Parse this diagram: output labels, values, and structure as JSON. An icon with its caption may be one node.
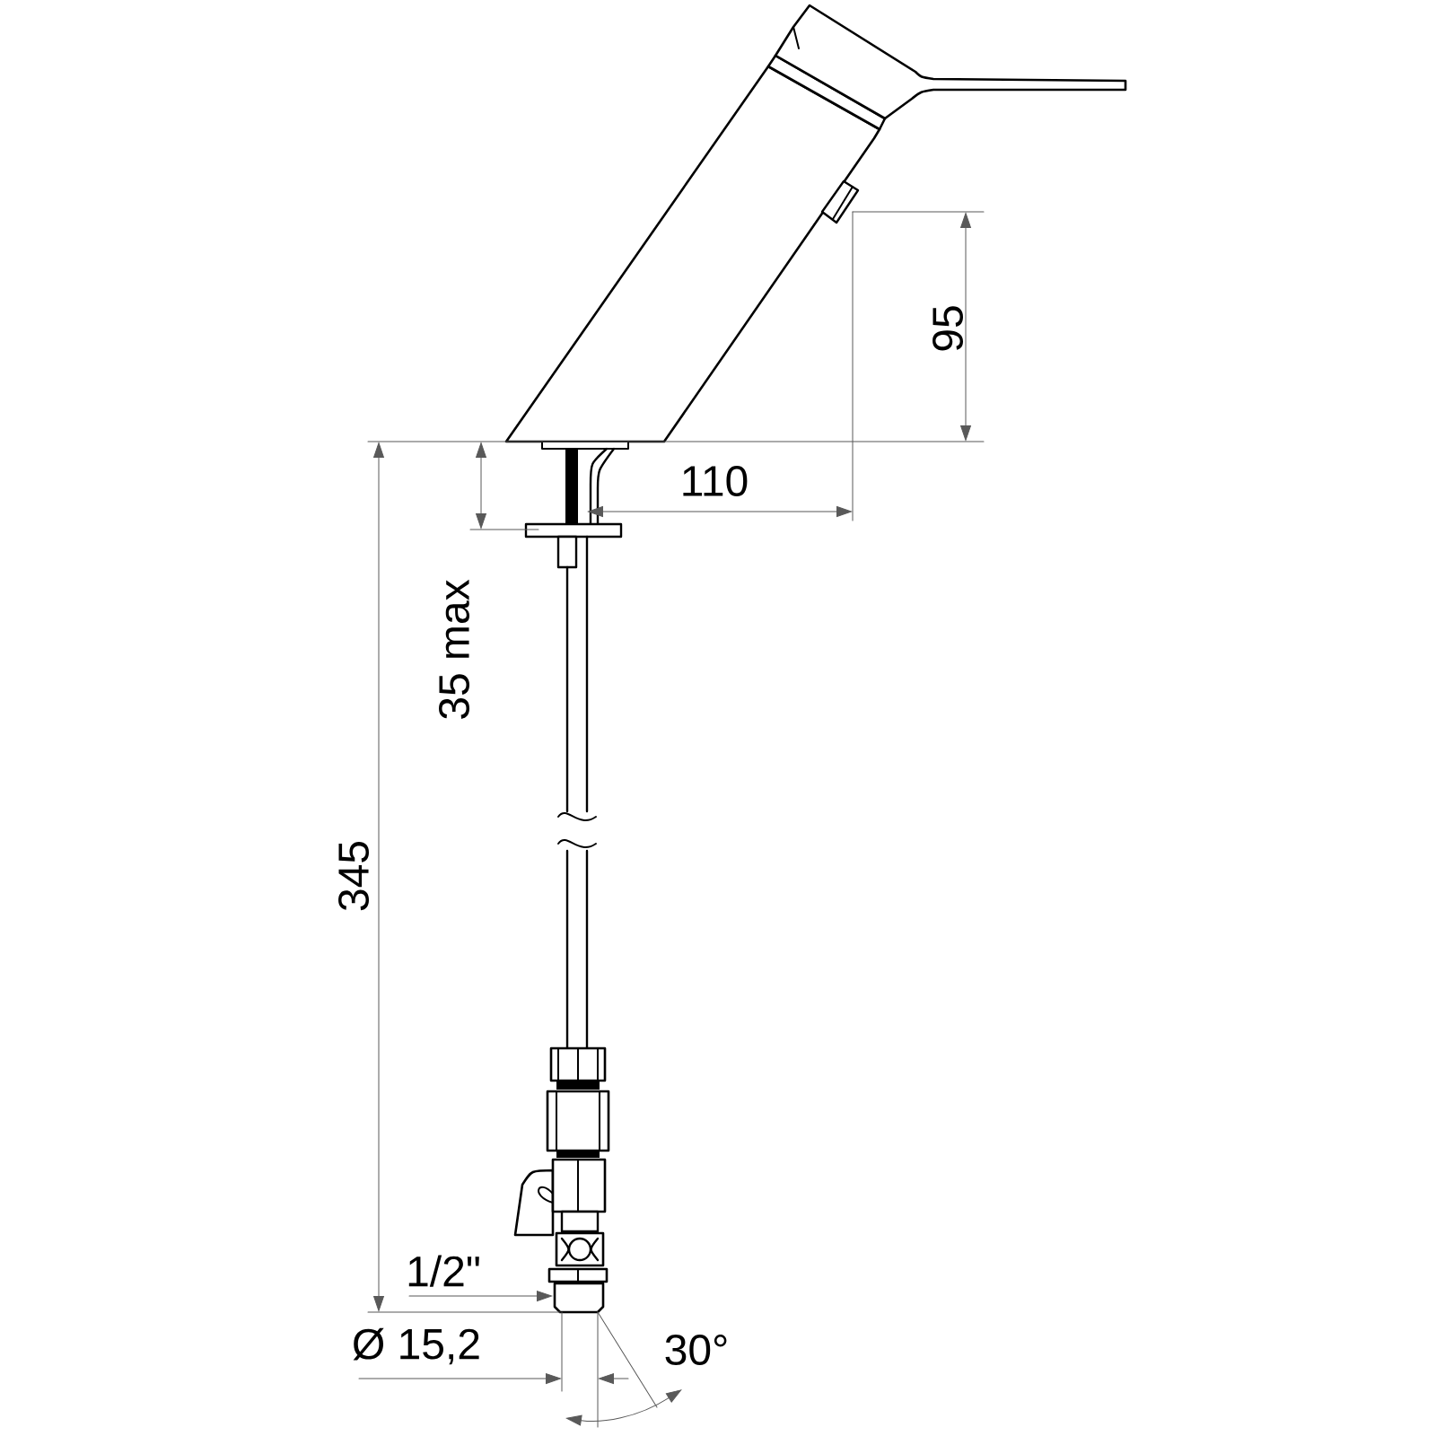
{
  "diagram": {
    "labels": [
      "95",
      "110",
      "35 max",
      "345",
      "1/2\"",
      "Ø 15,2",
      "30°"
    ]
  }
}
